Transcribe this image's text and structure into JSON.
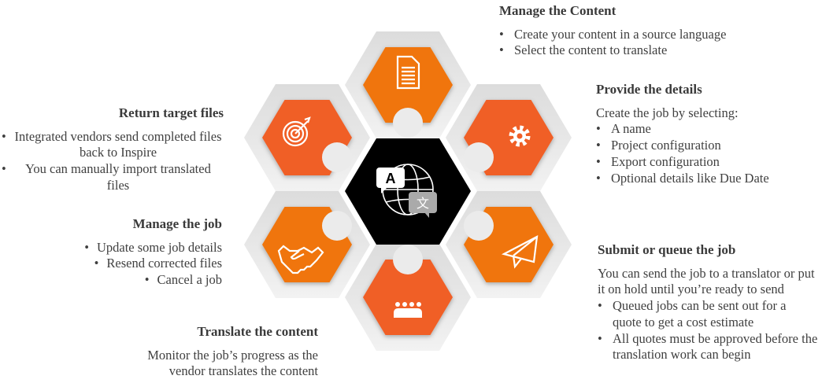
{
  "colors": {
    "orange_a": "#F07408",
    "orange_b": "#F05E27",
    "center": "#000000",
    "frame": "#E6E6E6",
    "text": "#404040"
  },
  "center": {
    "icon": "translate-globe-icon",
    "letter_a": "A",
    "letter_b": "文"
  },
  "steps": {
    "manage_content": {
      "icon": "document-icon",
      "title": "Manage the Content",
      "bullets": [
        "Create your content in a source language",
        "Select the content to translate"
      ]
    },
    "provide_details": {
      "icon": "gear-icon",
      "title": "Provide the details",
      "intro": "Create the job by selecting:",
      "bullets": [
        "A name",
        "Project configuration",
        "Export configuration",
        "Optional details like Due Date"
      ]
    },
    "submit_job": {
      "icon": "paper-plane-icon",
      "title": "Submit or queue the job",
      "intro": "You can send the job to a translator or put it on hold until you’re ready to send",
      "bullets": [
        "Queued jobs can be sent out for a quote to get a cost estimate",
        "All quotes must be approved before the translation work can begin"
      ]
    },
    "translate_content": {
      "icon": "people-icon",
      "title": "Translate the content",
      "intro": "Monitor the job’s progress as the vendor translates the content"
    },
    "manage_job": {
      "icon": "handshake-icon",
      "title": "Manage the job",
      "bullets": [
        "Update some job details",
        "Resend corrected files",
        "Cancel a job"
      ]
    },
    "return_files": {
      "icon": "target-icon",
      "title": "Return target files",
      "bullets": [
        "Integrated vendors send completed files back to Inspire",
        "You can manually import translated files"
      ]
    }
  }
}
